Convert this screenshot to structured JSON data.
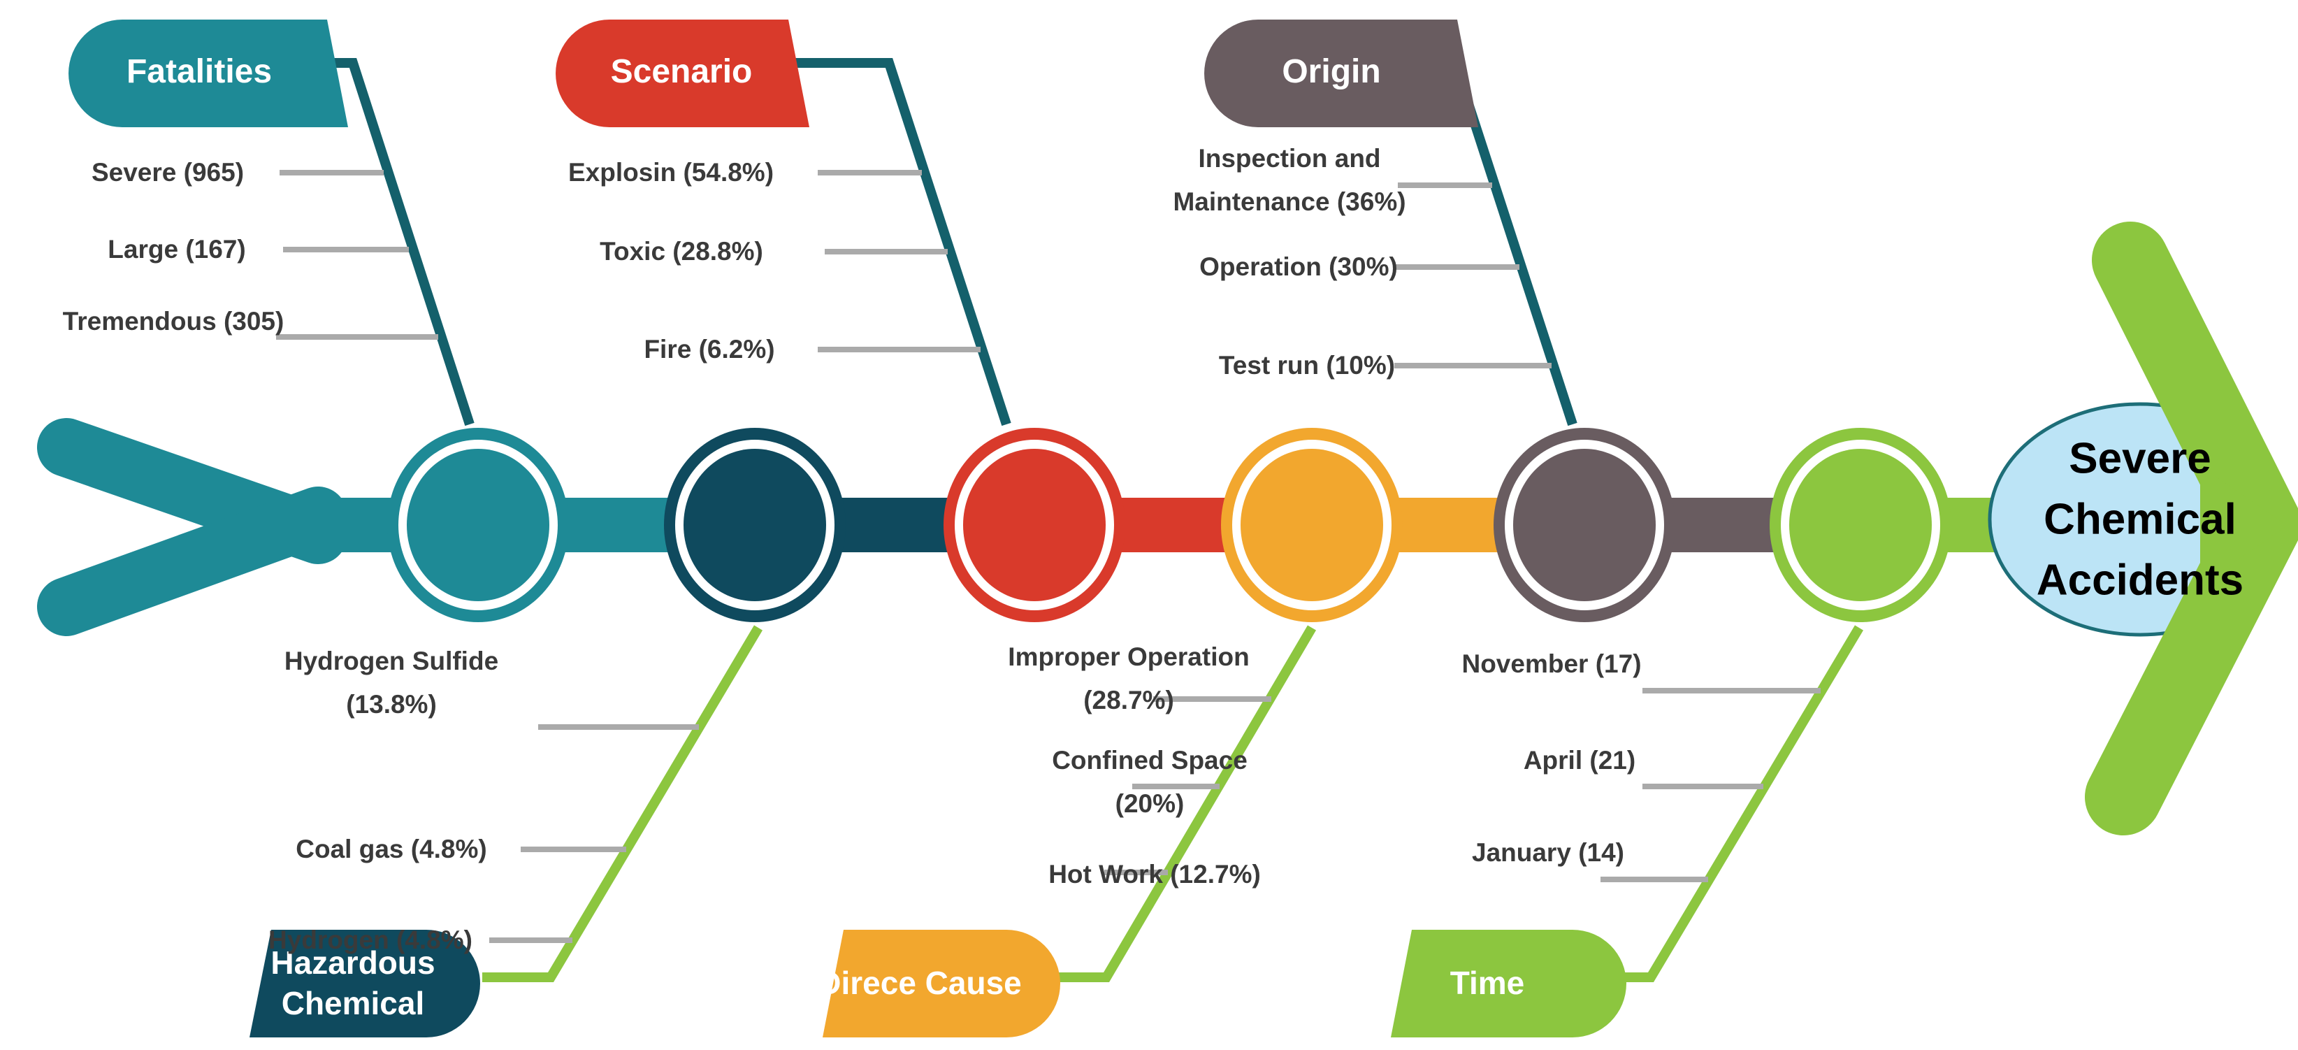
{
  "diagram_type": "fishbone-cause-effect",
  "effect": {
    "label": "Severe Chemical Accidents",
    "label_lines": [
      "Severe",
      "Chemical",
      "Accidents"
    ]
  },
  "branches": {
    "top": [
      {
        "label": "Fatalities",
        "items": [
          [
            "Severe (965)"
          ],
          [
            "Large (167)"
          ],
          [
            "Tremendous (305)"
          ]
        ]
      },
      {
        "label": "Scenario",
        "items": [
          [
            "Explosin (54.8%)"
          ],
          [
            "Toxic (28.8%)"
          ],
          [
            "Fire (6.2%)"
          ]
        ]
      },
      {
        "label": "Origin",
        "items": [
          [
            "Inspection and",
            "Maintenance (36%)"
          ],
          [
            "Operation (30%)"
          ],
          [
            "Test run (10%)"
          ]
        ]
      }
    ],
    "bottom": [
      {
        "label": "Hazardous Chemical",
        "label_lines": [
          "Hazardous",
          "Chemical"
        ],
        "items": [
          [
            "Hydrogen Sulfide",
            "(13.8%)"
          ],
          [
            "Coal gas (4.8%)"
          ],
          [
            "Hydrogen (4.8%)"
          ]
        ]
      },
      {
        "label": "Direce Cause",
        "items": [
          [
            "Improper Operation",
            "(28.7%)"
          ],
          [
            "Confined Space",
            "(20%)"
          ],
          [
            "Hot Work (12.7%)"
          ]
        ]
      },
      {
        "label": "Time",
        "items": [
          [
            "November (17)"
          ],
          [
            "April (21)"
          ],
          [
            "January (14)"
          ]
        ]
      }
    ]
  },
  "colors": {
    "teal": "#1E8A96",
    "dark_teal_line": "#14606B",
    "navy": "#0F4A5E",
    "red": "#D93A2B",
    "orange": "#F2A72E",
    "taupe": "#695C60",
    "green": "#8CC63F",
    "light_blue": "#BCE4F6",
    "ellipse_border": "#1D6E78",
    "connector_gray": "#AAAAAA",
    "text_dark": "#3A3A3A"
  }
}
